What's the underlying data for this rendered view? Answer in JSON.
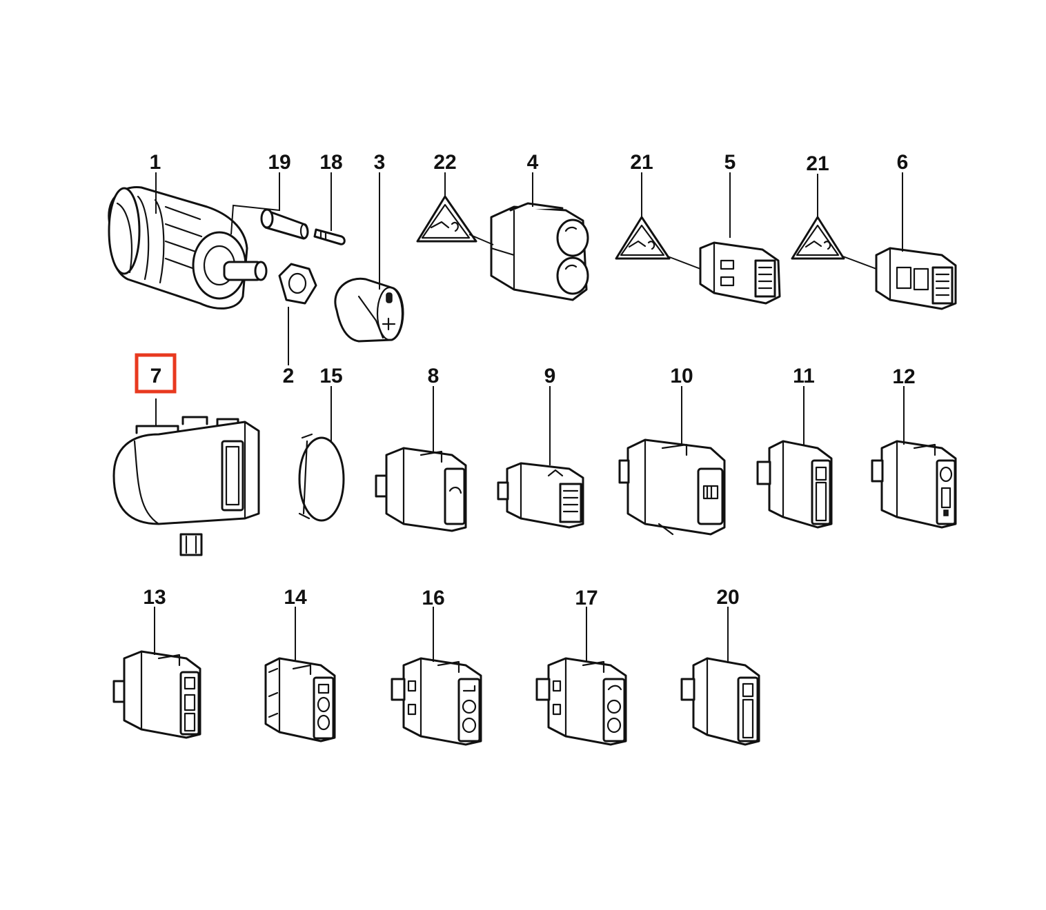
{
  "colors": {
    "line": "#111111",
    "background": "#ffffff",
    "highlight": "#e8391f"
  },
  "highlighted_callout": "7",
  "callouts": [
    {
      "id": "1",
      "label": "1"
    },
    {
      "id": "19",
      "label": "19"
    },
    {
      "id": "18",
      "label": "18"
    },
    {
      "id": "3",
      "label": "3"
    },
    {
      "id": "22",
      "label": "22"
    },
    {
      "id": "4",
      "label": "4"
    },
    {
      "id": "21a",
      "label": "21"
    },
    {
      "id": "5",
      "label": "5"
    },
    {
      "id": "21b",
      "label": "21"
    },
    {
      "id": "6",
      "label": "6"
    },
    {
      "id": "7",
      "label": "7"
    },
    {
      "id": "2",
      "label": "2"
    },
    {
      "id": "15",
      "label": "15"
    },
    {
      "id": "8",
      "label": "8"
    },
    {
      "id": "9",
      "label": "9"
    },
    {
      "id": "10",
      "label": "10"
    },
    {
      "id": "11",
      "label": "11"
    },
    {
      "id": "12",
      "label": "12"
    },
    {
      "id": "13",
      "label": "13"
    },
    {
      "id": "14",
      "label": "14"
    },
    {
      "id": "16",
      "label": "16"
    },
    {
      "id": "17",
      "label": "17"
    },
    {
      "id": "20",
      "label": "20"
    }
  ]
}
